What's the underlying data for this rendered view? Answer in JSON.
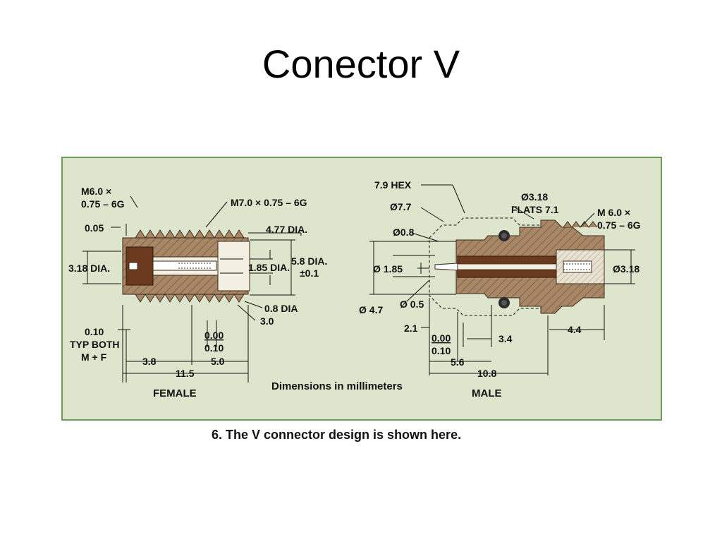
{
  "slide": {
    "title": "Conector V",
    "caption": "6. The V connector design is shown here."
  },
  "colors": {
    "panel_bg": "#dde6cd",
    "panel_border": "#6b9a5a",
    "body_metal": "#a88766",
    "dielectric": "#6b3a1e",
    "insulator_light": "#f4efe3",
    "seal_ring": "#2b2b2b"
  },
  "diagram": {
    "female": {
      "label": "FEMALE",
      "thread_left": "M6.0 ×\n0.75 – 6G",
      "thread_right": "M7.0 × 0.75 – 6G",
      "dim_005": "0.05",
      "dim_477": "4.77 DIA.",
      "dim_318": "3.18 DIA.",
      "dim_185": "1.85 DIA.",
      "dim_58": "5.8 DIA.",
      "dim_pm01": "±0.1",
      "dim_08": "0.8 DIA",
      "dim_30": "3.0",
      "dim_010_typ": "0.10",
      "typ_both": "TYP BOTH",
      "mf": "M + F",
      "dim_000": "0.00",
      "dim_010": "0.10",
      "dim_38": "3.8",
      "dim_50": "5.0",
      "dim_115": "11.5"
    },
    "center_note": "Dimensions in millimeters",
    "male": {
      "label": "MALE",
      "hex": "7.9 HEX",
      "d77": "Ø7.7",
      "d318_flats": "Ø3.18",
      "flats": "FLATS 7.1",
      "thread": "M 6.0 ×\n0.75 – 6G",
      "d08": "Ø0.8",
      "d185": "Ø 1.85",
      "d318": "Ø3.18",
      "d47": "Ø 4.7",
      "d05": "Ø 0.5",
      "dim_21": "2.1",
      "dim_000": "0.00",
      "dim_010": "0.10",
      "dim_34": "3.4",
      "dim_44": "4.4",
      "dim_56": "5.6",
      "dim_108": "10.8"
    }
  }
}
